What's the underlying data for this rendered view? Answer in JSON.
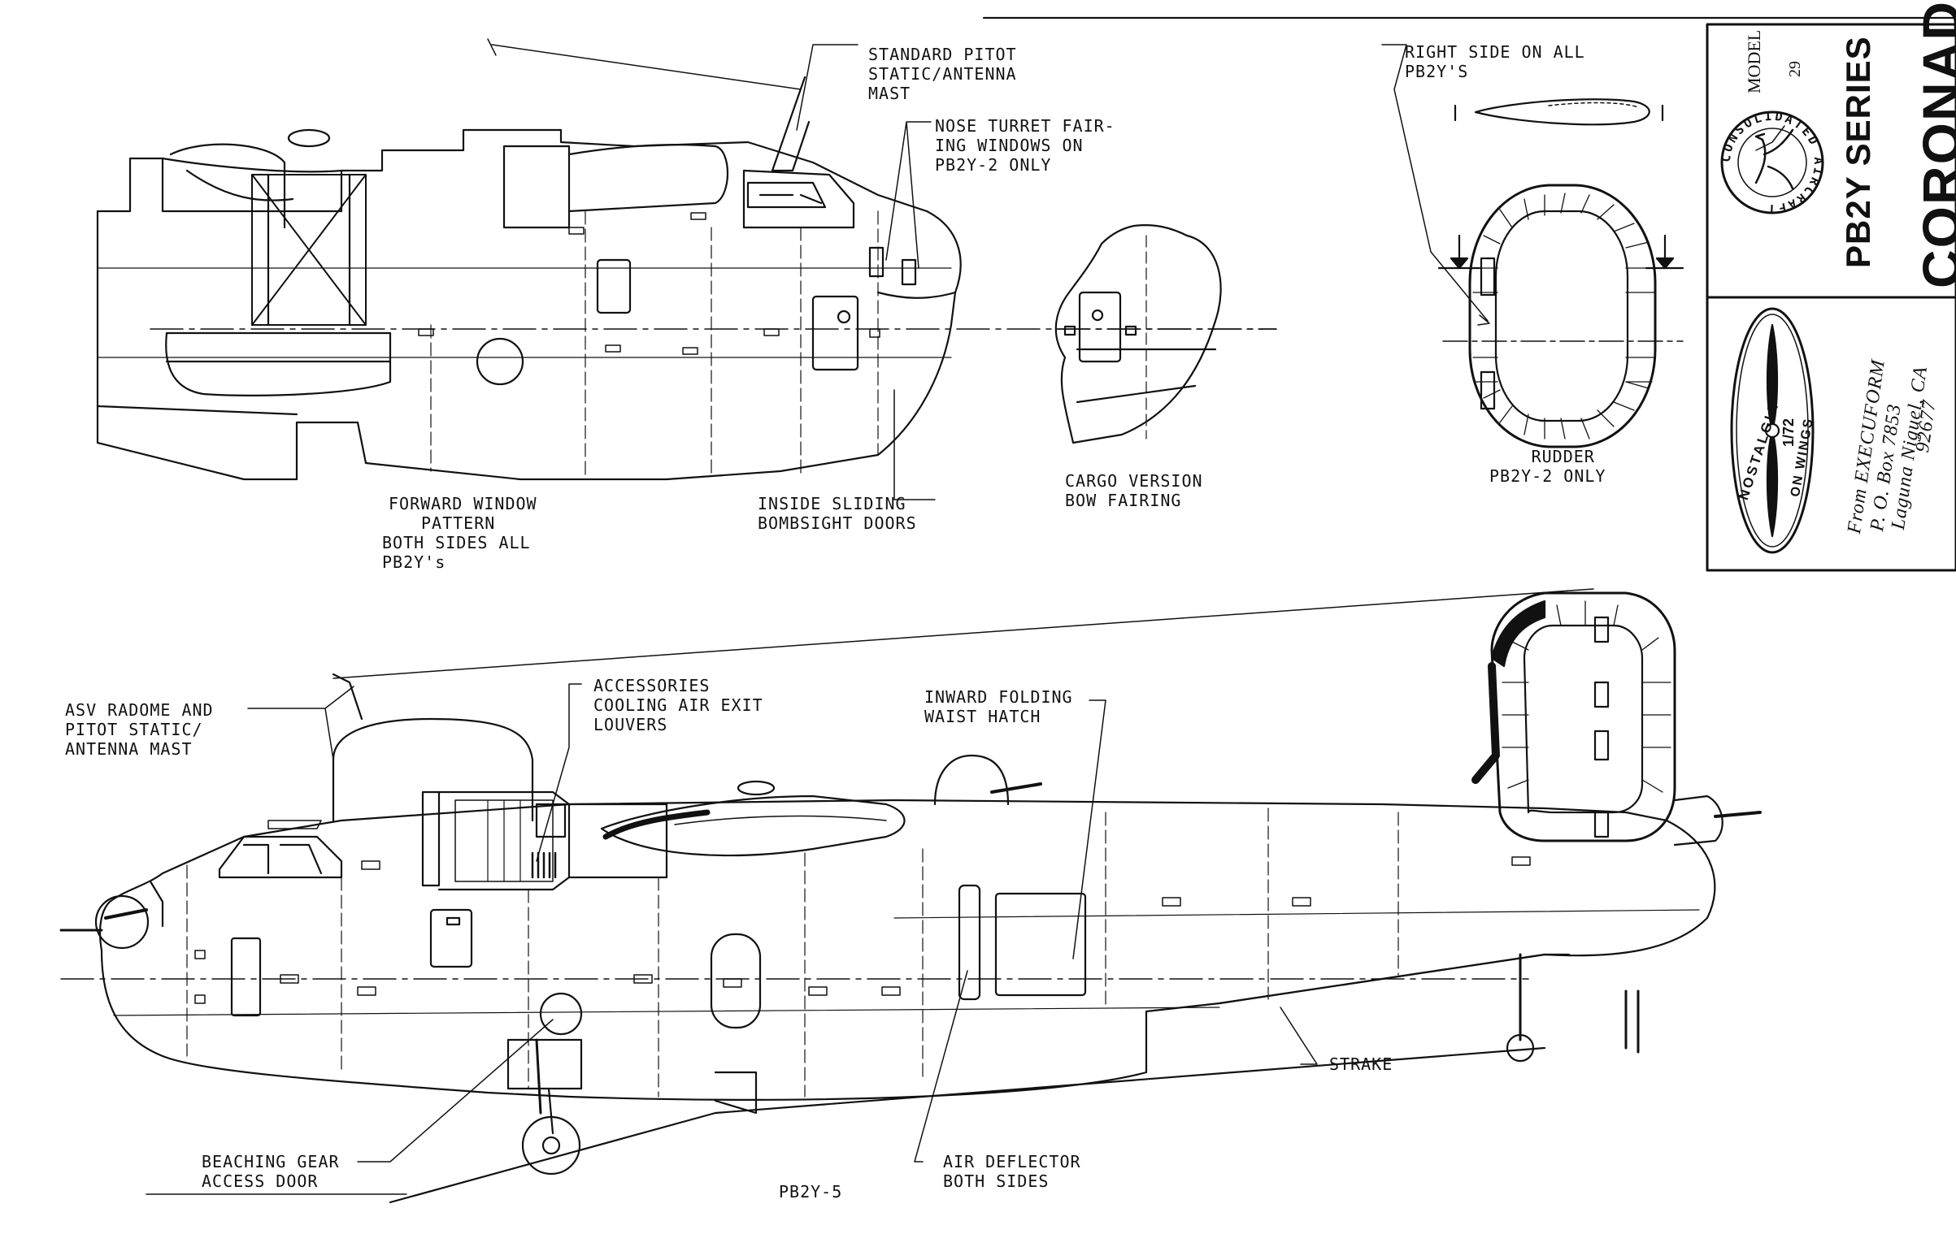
{
  "title_block": {
    "model_label": "MODEL",
    "model_number": "29",
    "series": "PB2Y SERIES",
    "name": "CORONADO",
    "logo_text": "CONSOLIDATED AIRCRAFT",
    "badge_text_left": "NOSTALGIA",
    "badge_text_right": "ON WINGS",
    "badge_fraction": "1/72",
    "source_line1": "From EXECUFORM",
    "source_line2": "P. O. Box 7853",
    "source_line3": "Laguna Niguel, CA",
    "source_line4": "92677"
  },
  "labels": {
    "pitot_mast": [
      "STANDARD PITOT",
      "STATIC/ANTENNA",
      "MAST"
    ],
    "nose_turret": [
      "NOSE TURRET FAIR-",
      "ING WINDOWS ON",
      "PB2Y-2 ONLY"
    ],
    "forward_window": [
      "FORWARD WINDOW",
      "PATTERN",
      "BOTH SIDES ALL",
      "PB2Y's"
    ],
    "bombsight": [
      "INSIDE SLIDING",
      "BOMBSIGHT DOORS"
    ],
    "cargo_bow": [
      "CARGO VERSION",
      "BOW FAIRING"
    ],
    "right_side": [
      "RIGHT SIDE ON ALL",
      "PB2Y'S"
    ],
    "rudder": [
      "RUDDER",
      "PB2Y-2 ONLY"
    ],
    "asv_radome": [
      "ASV RADOME AND",
      "PITOT STATIC/",
      "ANTENNA MAST"
    ],
    "accessories": [
      "ACCESSORIES",
      "COOLING AIR EXIT",
      "LOUVERS"
    ],
    "waist_hatch": [
      "INWARD FOLDING",
      "WAIST HATCH"
    ],
    "strake": [
      "STRAKE"
    ],
    "beaching_gear": [
      "BEACHING GEAR",
      "ACCESS DOOR"
    ],
    "air_deflector": [
      "AIR DEFLECTOR",
      "BOTH SIDES"
    ],
    "variant": [
      "PB2Y-5"
    ]
  },
  "icons": {
    "section_arrow": "down-arrow-icon",
    "propeller": "propeller-icon",
    "eagle": "eagle-icon"
  }
}
